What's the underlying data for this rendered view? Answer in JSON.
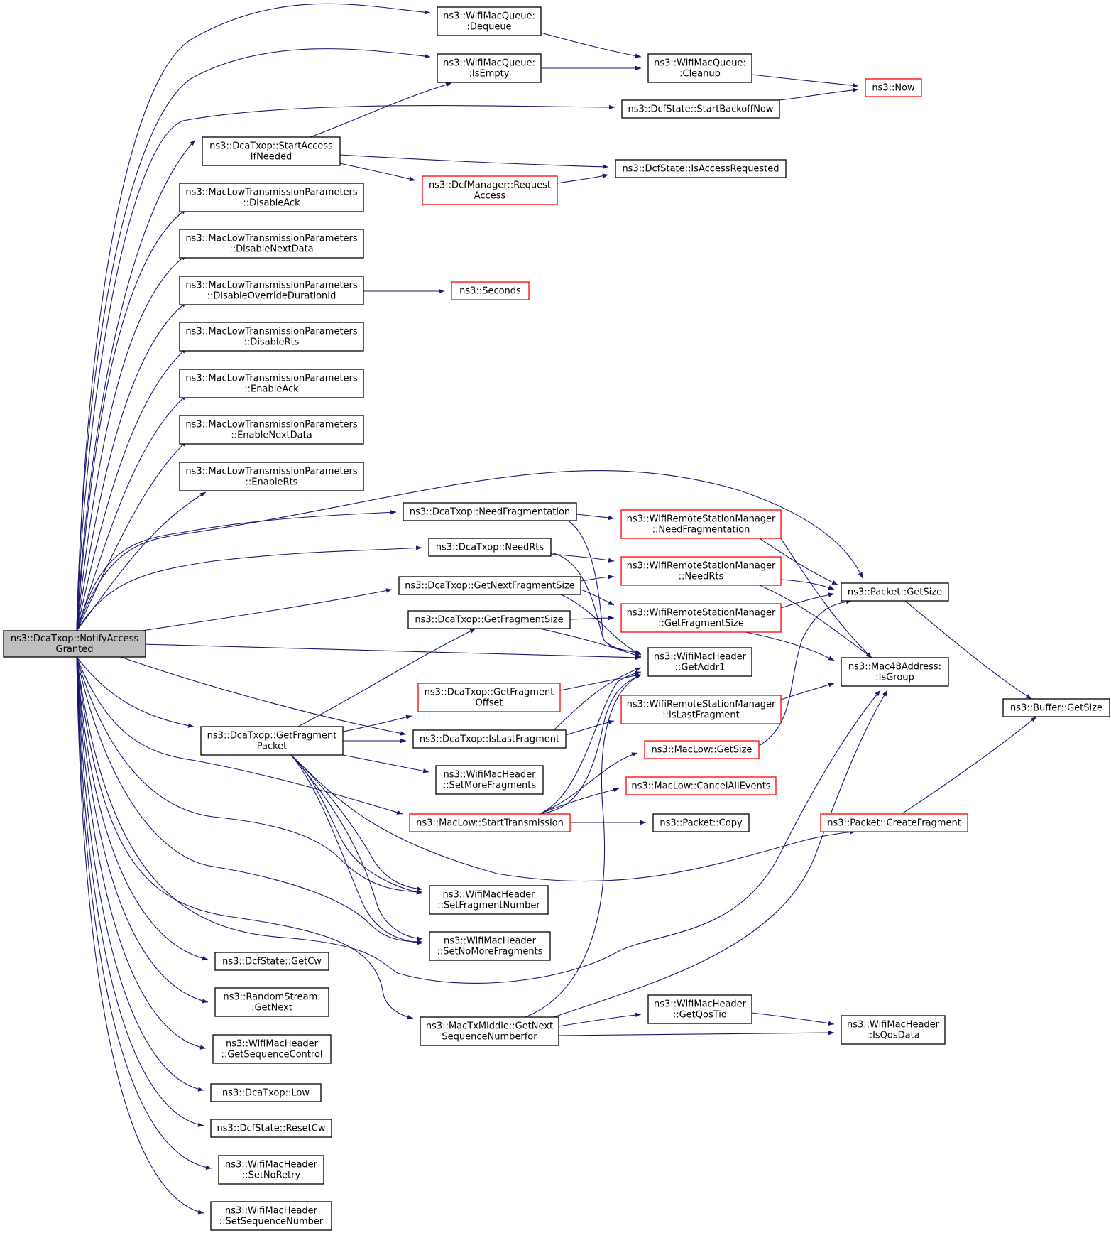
{
  "colors": {
    "edge": "#191970",
    "border_normal": "#000000",
    "border_truncated": "#ff0000",
    "root_fill": "#bfbfbf",
    "fill": "#ffffff"
  },
  "nodes": [
    {
      "id": "root",
      "lines": [
        "ns3::DcaTxop::NotifyAccess",
        "Granted"
      ],
      "style": "root"
    },
    {
      "id": "dequeue",
      "lines": [
        "ns3::WifiMacQueue:",
        ":Dequeue"
      ],
      "style": "normal"
    },
    {
      "id": "isempty",
      "lines": [
        "ns3::WifiMacQueue:",
        ":IsEmpty"
      ],
      "style": "normal"
    },
    {
      "id": "cleanup",
      "lines": [
        "ns3::WifiMacQueue:",
        ":Cleanup"
      ],
      "style": "normal"
    },
    {
      "id": "now",
      "lines": [
        "ns3::Now"
      ],
      "style": "truncated"
    },
    {
      "id": "startbackoff",
      "lines": [
        "ns3::DcfState::StartBackoffNow"
      ],
      "style": "normal"
    },
    {
      "id": "startaccess",
      "lines": [
        "ns3::DcaTxop::StartAccess",
        "IfNeeded"
      ],
      "style": "normal"
    },
    {
      "id": "isaccessreq",
      "lines": [
        "ns3::DcfState::IsAccessRequested"
      ],
      "style": "normal"
    },
    {
      "id": "requestaccess",
      "lines": [
        "ns3::DcfManager::Request",
        "Access"
      ],
      "style": "truncated"
    },
    {
      "id": "disableack",
      "lines": [
        "ns3::MacLowTransmissionParameters",
        "::DisableAck"
      ],
      "style": "normal"
    },
    {
      "id": "disablenextdata",
      "lines": [
        "ns3::MacLowTransmissionParameters",
        "::DisableNextData"
      ],
      "style": "normal"
    },
    {
      "id": "disableoverride",
      "lines": [
        "ns3::MacLowTransmissionParameters",
        "::DisableOverrideDurationId"
      ],
      "style": "normal"
    },
    {
      "id": "seconds",
      "lines": [
        "ns3::Seconds"
      ],
      "style": "truncated"
    },
    {
      "id": "disablerts",
      "lines": [
        "ns3::MacLowTransmissionParameters",
        "::DisableRts"
      ],
      "style": "normal"
    },
    {
      "id": "enableack",
      "lines": [
        "ns3::MacLowTransmissionParameters",
        "::EnableAck"
      ],
      "style": "normal"
    },
    {
      "id": "enablenextdata",
      "lines": [
        "ns3::MacLowTransmissionParameters",
        "::EnableNextData"
      ],
      "style": "normal"
    },
    {
      "id": "enablerts",
      "lines": [
        "ns3::MacLowTransmissionParameters",
        "::EnableRts"
      ],
      "style": "normal"
    },
    {
      "id": "needfrag",
      "lines": [
        "ns3::DcaTxop::NeedFragmentation"
      ],
      "style": "normal"
    },
    {
      "id": "wrsm_needfrag",
      "lines": [
        "ns3::WifiRemoteStationManager",
        "::NeedFragmentation"
      ],
      "style": "truncated"
    },
    {
      "id": "needrts",
      "lines": [
        "ns3::DcaTxop::NeedRts"
      ],
      "style": "normal"
    },
    {
      "id": "wrsm_needrts",
      "lines": [
        "ns3::WifiRemoteStationManager",
        "::NeedRts"
      ],
      "style": "truncated"
    },
    {
      "id": "getnextfragsize",
      "lines": [
        "ns3::DcaTxop::GetNextFragmentSize"
      ],
      "style": "normal"
    },
    {
      "id": "getfragsize",
      "lines": [
        "ns3::DcaTxop::GetFragmentSize"
      ],
      "style": "normal"
    },
    {
      "id": "wrsm_getfragsize",
      "lines": [
        "ns3::WifiRemoteStationManager",
        "::GetFragmentSize"
      ],
      "style": "truncated"
    },
    {
      "id": "packet_getsize",
      "lines": [
        "ns3::Packet::GetSize"
      ],
      "style": "normal"
    },
    {
      "id": "getaddr1",
      "lines": [
        "ns3::WifiMacHeader",
        "::GetAddr1"
      ],
      "style": "normal"
    },
    {
      "id": "isgroup",
      "lines": [
        "ns3::Mac48Address:",
        ":IsGroup"
      ],
      "style": "normal"
    },
    {
      "id": "buffer_getsize",
      "lines": [
        "ns3::Buffer::GetSize"
      ],
      "style": "normal"
    },
    {
      "id": "getfragoffset",
      "lines": [
        "ns3::DcaTxop::GetFragment",
        "Offset"
      ],
      "style": "truncated"
    },
    {
      "id": "getfragpacket",
      "lines": [
        "ns3::DcaTxop::GetFragment",
        "Packet"
      ],
      "style": "normal"
    },
    {
      "id": "islastfrag",
      "lines": [
        "ns3::DcaTxop::IsLastFragment"
      ],
      "style": "normal"
    },
    {
      "id": "wrsm_islastfrag",
      "lines": [
        "ns3::WifiRemoteStationManager",
        "::IsLastFragment"
      ],
      "style": "truncated"
    },
    {
      "id": "maclow_getsize",
      "lines": [
        "ns3::MacLow::GetSize"
      ],
      "style": "truncated"
    },
    {
      "id": "setmorefrag",
      "lines": [
        "ns3::WifiMacHeader",
        "::SetMoreFragments"
      ],
      "style": "normal"
    },
    {
      "id": "cancelall",
      "lines": [
        "ns3::MacLow::CancelAllEvents"
      ],
      "style": "truncated"
    },
    {
      "id": "starttx",
      "lines": [
        "ns3::MacLow::StartTransmission"
      ],
      "style": "truncated"
    },
    {
      "id": "packet_copy",
      "lines": [
        "ns3::Packet::Copy"
      ],
      "style": "normal"
    },
    {
      "id": "createfrag",
      "lines": [
        "ns3::Packet::CreateFragment"
      ],
      "style": "truncated"
    },
    {
      "id": "setfragnum",
      "lines": [
        "ns3::WifiMacHeader",
        "::SetFragmentNumber"
      ],
      "style": "normal"
    },
    {
      "id": "setnomorefrag",
      "lines": [
        "ns3::WifiMacHeader",
        "::SetNoMoreFragments"
      ],
      "style": "normal"
    },
    {
      "id": "getcw",
      "lines": [
        "ns3::DcfState::GetCw"
      ],
      "style": "normal"
    },
    {
      "id": "getnext",
      "lines": [
        "ns3::RandomStream:",
        ":GetNext"
      ],
      "style": "normal"
    },
    {
      "id": "getseqctrl",
      "lines": [
        "ns3::WifiMacHeader",
        "::GetSequenceControl"
      ],
      "style": "normal"
    },
    {
      "id": "low",
      "lines": [
        "ns3::DcaTxop::Low"
      ],
      "style": "normal"
    },
    {
      "id": "resetcw",
      "lines": [
        "ns3::DcfState::ResetCw"
      ],
      "style": "normal"
    },
    {
      "id": "setnoretry",
      "lines": [
        "ns3::WifiMacHeader",
        "::SetNoRetry"
      ],
      "style": "normal"
    },
    {
      "id": "setseqnum",
      "lines": [
        "ns3::WifiMacHeader",
        "::SetSequenceNumber"
      ],
      "style": "normal"
    },
    {
      "id": "getnextseq",
      "lines": [
        "ns3::MacTxMiddle::GetNext",
        "SequenceNumberfor"
      ],
      "style": "normal"
    },
    {
      "id": "getqostid",
      "lines": [
        "ns3::WifiMacHeader",
        "::GetQosTid"
      ],
      "style": "normal"
    },
    {
      "id": "isqosdata",
      "lines": [
        "ns3::WifiMacHeader",
        "::IsQosData"
      ],
      "style": "normal"
    }
  ]
}
